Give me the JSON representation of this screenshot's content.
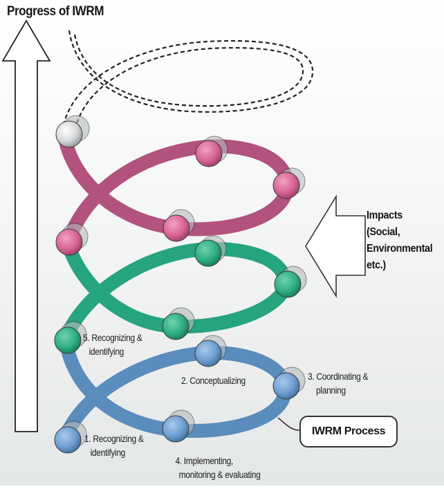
{
  "title": "Progress of IWRM",
  "impacts": {
    "lines": [
      "Impacts",
      "(Social,",
      "Environmental",
      "etc.)"
    ]
  },
  "process_box": {
    "label": "IWRM Process"
  },
  "steps": [
    {
      "label_line1": "1. Recognizing &",
      "label_line2": "identifying"
    },
    {
      "label_line1": "2. Conceptualizing"
    },
    {
      "label_line1": "3. Coordinating &",
      "label_line2": "planning"
    },
    {
      "label_line1": "4. Implementing,",
      "label_line2": "monitoring & evaluating"
    },
    {
      "label_line1": "5. Recognizing &",
      "label_line2": "identifying"
    }
  ],
  "colors": {
    "loop_blue": "#5a8cbc",
    "loop_green": "#26a37f",
    "loop_pink": "#b2527f",
    "node_blue": "#6f9fd1",
    "node_green": "#2fae84",
    "node_pink": "#d96596",
    "node_gray": "#d6d8da",
    "dashed": "#222222"
  }
}
